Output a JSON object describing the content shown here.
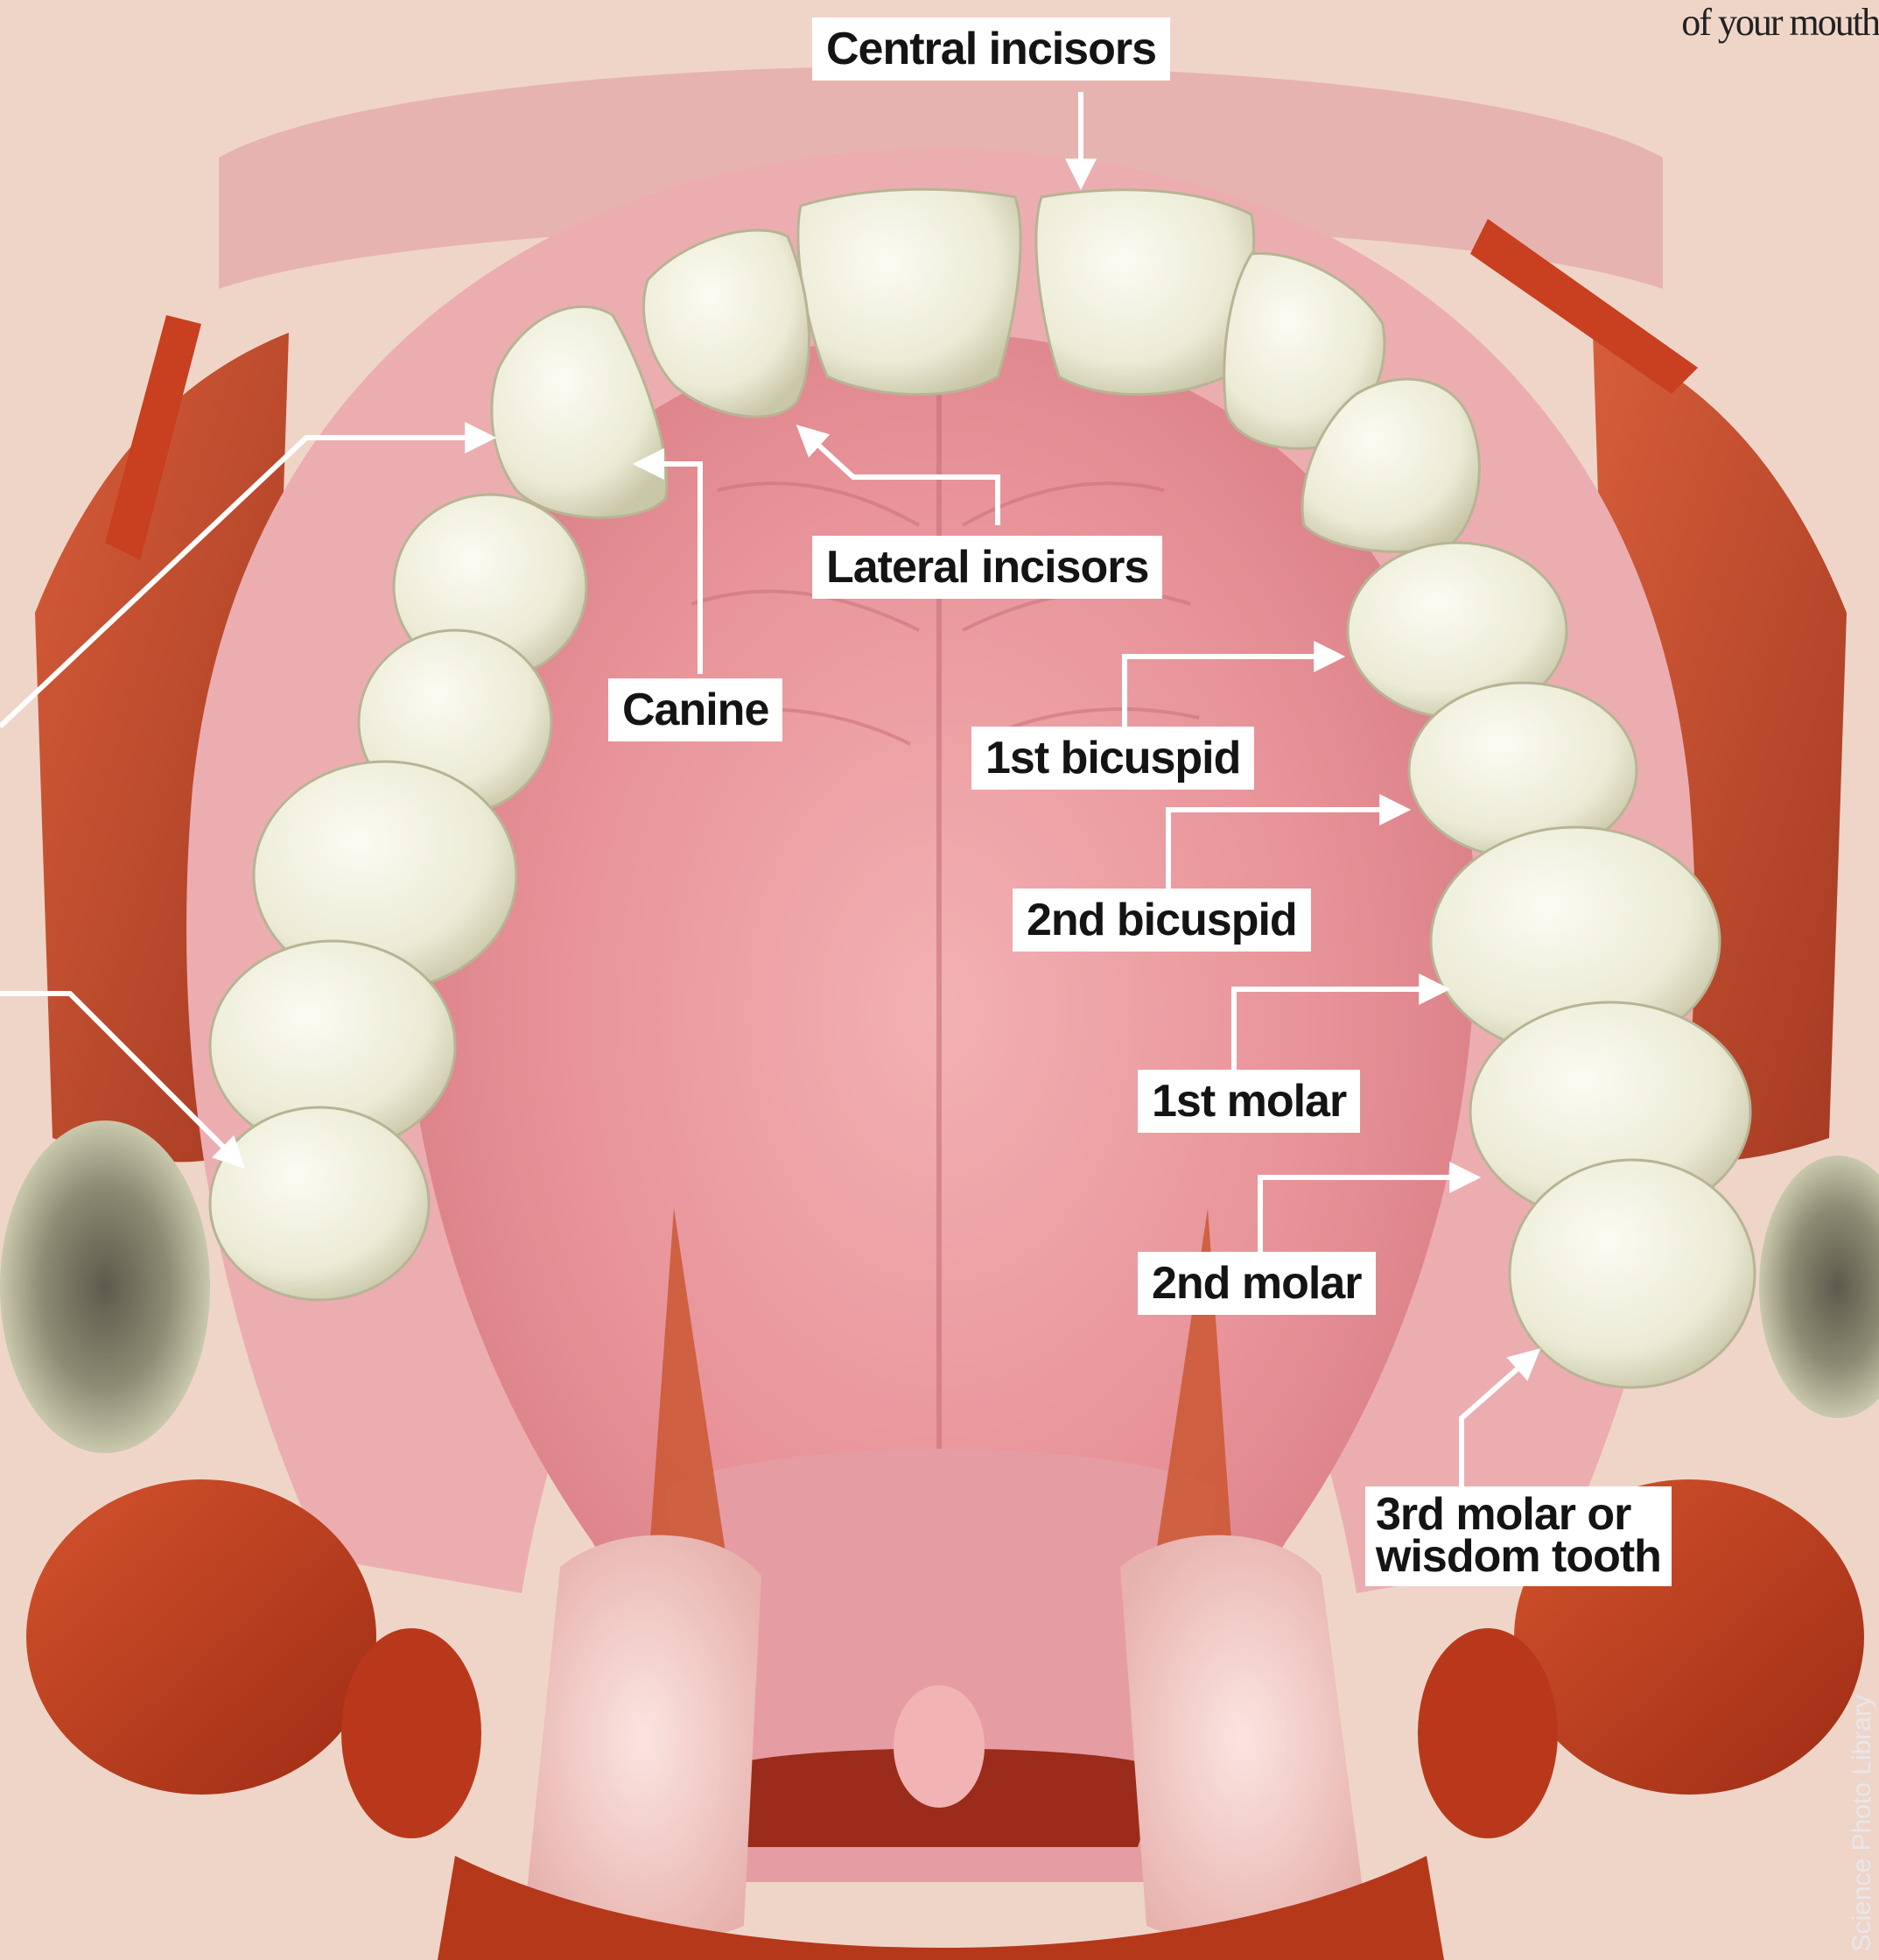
{
  "caption": "of your mouth",
  "credit": "Science Photo Library",
  "labels": {
    "central_incisors": "Central incisors",
    "lateral_incisors": "Lateral incisors",
    "canine": "Canine",
    "first_bicuspid": "1st bicuspid",
    "second_bicuspid": "2nd bicuspid",
    "first_molar": "1st molar",
    "second_molar": "2nd molar",
    "third_molar_line1": "3rd molar or",
    "third_molar_line2": "wisdom tooth"
  },
  "colors": {
    "palate": "#e08a91",
    "gum": "#eeaab0",
    "tooth": "#efeedd",
    "muscle": "#b8361c",
    "skin": "#efd5c8",
    "leader_line": "#ffffff"
  }
}
